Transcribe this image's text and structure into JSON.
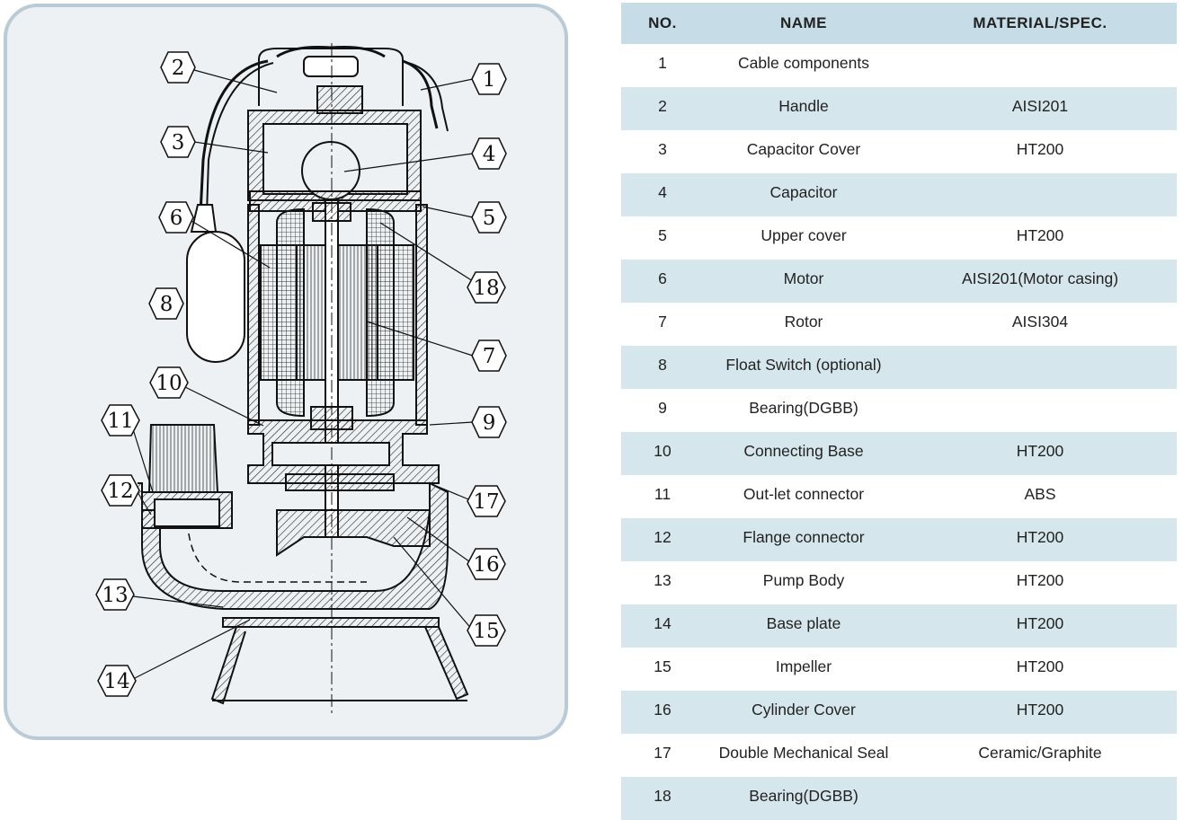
{
  "diagram": {
    "callouts": [
      "1",
      "2",
      "3",
      "4",
      "5",
      "6",
      "7",
      "8",
      "9",
      "10",
      "11",
      "12",
      "13",
      "14",
      "15",
      "16",
      "17",
      "18"
    ]
  },
  "table": {
    "headers": {
      "no": "NO.",
      "name": "NAME",
      "material": "MATERIAL/SPEC."
    },
    "rows": [
      {
        "no": "1",
        "name": "Cable components",
        "material": ""
      },
      {
        "no": "2",
        "name": "Handle",
        "material": "AISI201"
      },
      {
        "no": "3",
        "name": "Capacitor Cover",
        "material": "HT200"
      },
      {
        "no": "4",
        "name": "Capacitor",
        "material": ""
      },
      {
        "no": "5",
        "name": "Upper cover",
        "material": "HT200"
      },
      {
        "no": "6",
        "name": "Motor",
        "material": "AISI201(Motor casing)"
      },
      {
        "no": "7",
        "name": "Rotor",
        "material": "AISI304"
      },
      {
        "no": "8",
        "name": "Float Switch (optional)",
        "material": ""
      },
      {
        "no": "9",
        "name": "Bearing(DGBB)",
        "material": ""
      },
      {
        "no": "10",
        "name": "Connecting Base",
        "material": "HT200"
      },
      {
        "no": "11",
        "name": "Out-let connector",
        "material": "ABS"
      },
      {
        "no": "12",
        "name": "Flange connector",
        "material": "HT200"
      },
      {
        "no": "13",
        "name": "Pump Body",
        "material": "HT200"
      },
      {
        "no": "14",
        "name": "Base plate",
        "material": "HT200"
      },
      {
        "no": "15",
        "name": "Impeller",
        "material": "HT200"
      },
      {
        "no": "16",
        "name": "Cylinder Cover",
        "material": "HT200"
      },
      {
        "no": "17",
        "name": "Double Mechanical Seal",
        "material": "Ceramic/Graphite"
      },
      {
        "no": "18",
        "name": "Bearing(DGBB)",
        "material": ""
      }
    ]
  },
  "colors": {
    "panel_border": "#b9cbd6",
    "panel_bg": "#eef1f3",
    "header_bg": "#c6dce6",
    "row_shade": "#d6e6ed"
  }
}
